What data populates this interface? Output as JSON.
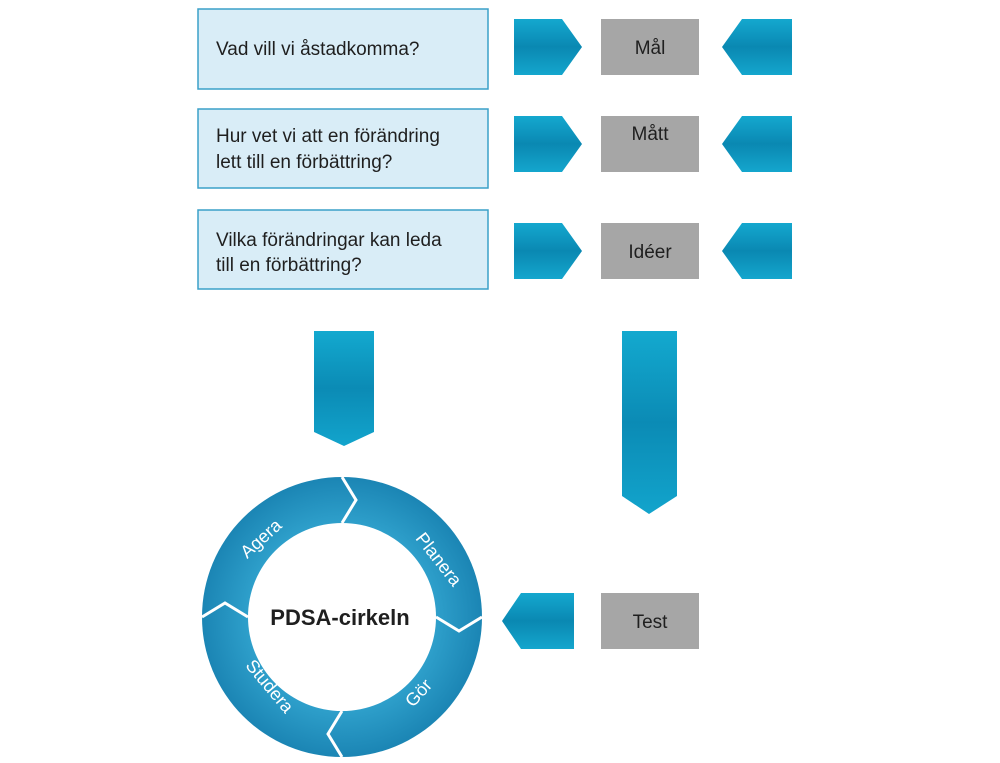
{
  "questions": [
    {
      "line1": "Vad vill vi åstadkomma?",
      "line2": ""
    },
    {
      "line1": "Hur vet vi att en förändring",
      "line2": "lett till en förbättring?"
    },
    {
      "line1": "Vilka förändringar kan leda",
      "line2": "till en förbättring?"
    }
  ],
  "labels": {
    "mal": "Mål",
    "matt": "Mått",
    "ideer": "Idéer",
    "test": "Test"
  },
  "cycle": {
    "center": "PDSA-cirkeln",
    "segments": {
      "agera": "Agera",
      "planera": "Planera",
      "gor": "Gör",
      "studera": "Studera"
    }
  },
  "colors": {
    "question_fill": "#d9edf7",
    "question_border": "#3aa0c8",
    "label_fill": "#a6a6a6",
    "arrow_blue": "#1a9cc4",
    "cycle_blue": "#2a90bd"
  }
}
